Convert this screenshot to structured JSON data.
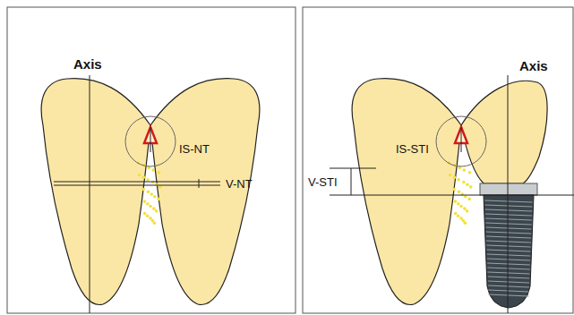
{
  "diagram": {
    "labels": [
      "Axis",
      "IS-NT",
      "V-NT",
      "Axis",
      "IS-STI",
      "V-STI"
    ]
  }
}
